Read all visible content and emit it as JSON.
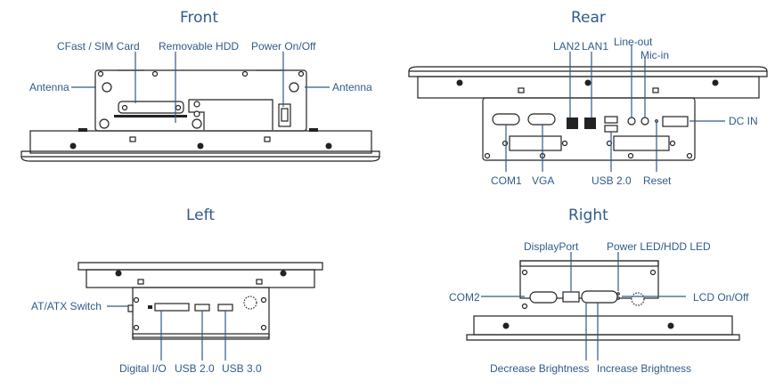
{
  "colors": {
    "label": "#2f5b8a",
    "drawing": "#222222",
    "background": "#ffffff"
  },
  "views": {
    "front": {
      "title": "Front",
      "labels": {
        "cfast_sim": "CFast / SIM Card",
        "hdd": "Removable HDD",
        "power": "Power On/Off",
        "antenna_left": "Antenna",
        "antenna_right": "Antenna"
      }
    },
    "rear": {
      "title": "Rear",
      "labels": {
        "lan2": "LAN2",
        "lan1": "LAN1",
        "line_out": "Line-out",
        "mic_in": "Mic-in",
        "dc_in": "DC IN",
        "com1": "COM1",
        "vga": "VGA",
        "usb20": "USB 2.0",
        "reset": "Reset"
      }
    },
    "left": {
      "title": "Left",
      "labels": {
        "at_atx": "AT/ATX Switch",
        "dio": "Digital I/O",
        "usb20": "USB 2.0",
        "usb30": "USB 3.0"
      }
    },
    "right": {
      "title": "Right",
      "labels": {
        "displayport": "DisplayPort",
        "led": "Power LED/HDD LED",
        "com2": "COM2",
        "lcd": "LCD On/Off",
        "dec": "Decrease Brightness",
        "inc": "Increase Brightness"
      }
    }
  }
}
